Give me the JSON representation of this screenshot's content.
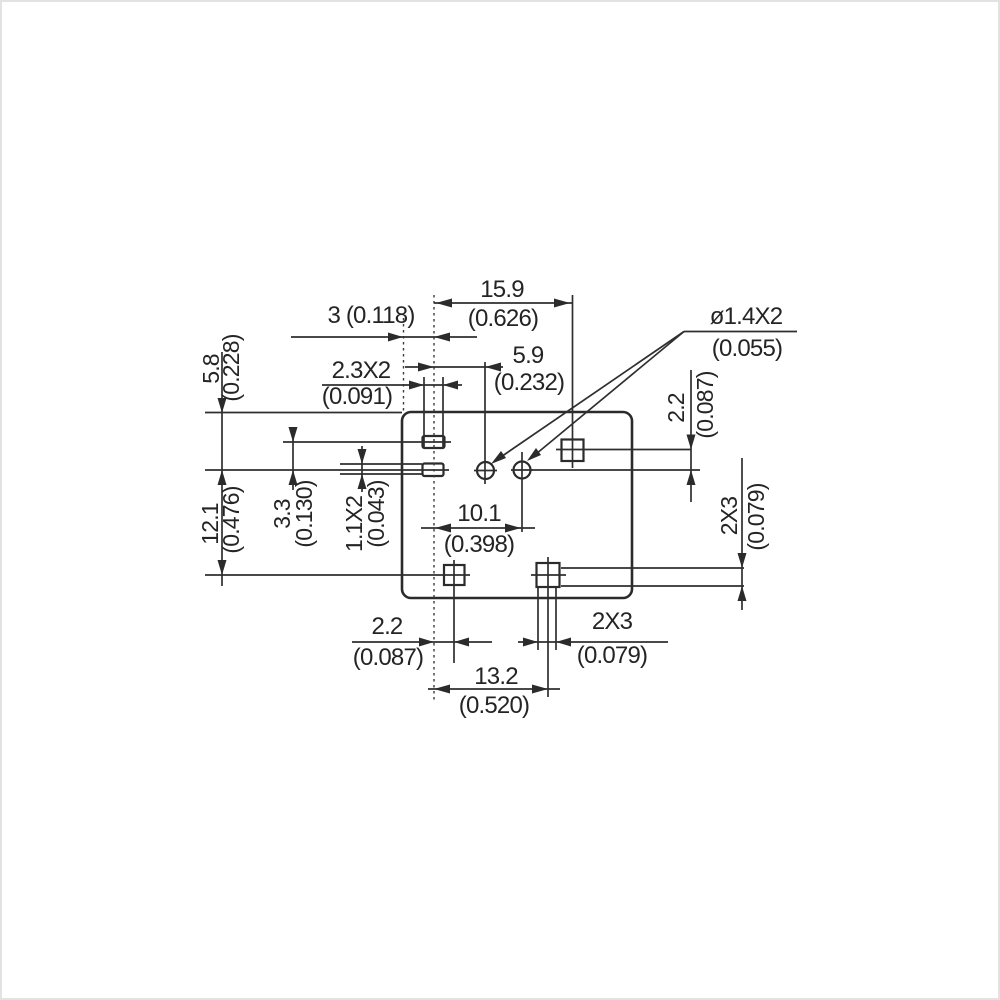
{
  "drawing": {
    "kind": "technical-dimension-drawing",
    "line_color": "#2b2b2b",
    "background": "#ffffff",
    "dims": {
      "top_width": {
        "mm": "15.9",
        "inch": "(0.626)"
      },
      "edge_to_slot": {
        "label": "3 (0.118)"
      },
      "slot_to_hole": {
        "mm": "5.9",
        "inch": "(0.232)"
      },
      "slot_width": {
        "mm": "2.3X2",
        "inch": "(0.091)"
      },
      "hole_diameter": {
        "mm": "ø1.4X2",
        "inch": "(0.055)"
      },
      "right_offset": {
        "mm": "2.2",
        "inch": "(0.087)"
      },
      "right_pin": {
        "mm": "2X3",
        "inch": "(0.079)"
      },
      "left_top": {
        "mm": "5.8",
        "inch": "(0.228)"
      },
      "left_height": {
        "mm": "12.1",
        "inch": "(0.476)"
      },
      "slot_row_offset": {
        "mm": "3.3",
        "inch": "(0.130)"
      },
      "slot_height": {
        "mm": "1.1X2",
        "inch": "(0.043)"
      },
      "hole_span": {
        "mm": "10.1",
        "inch": "(0.398)"
      },
      "bottom_offset": {
        "mm": "2.2",
        "inch": "(0.087)"
      },
      "bottom_pin": {
        "mm": "2X3",
        "inch": "(0.079)"
      },
      "bottom_span": {
        "mm": "13.2",
        "inch": "(0.520)"
      }
    }
  }
}
